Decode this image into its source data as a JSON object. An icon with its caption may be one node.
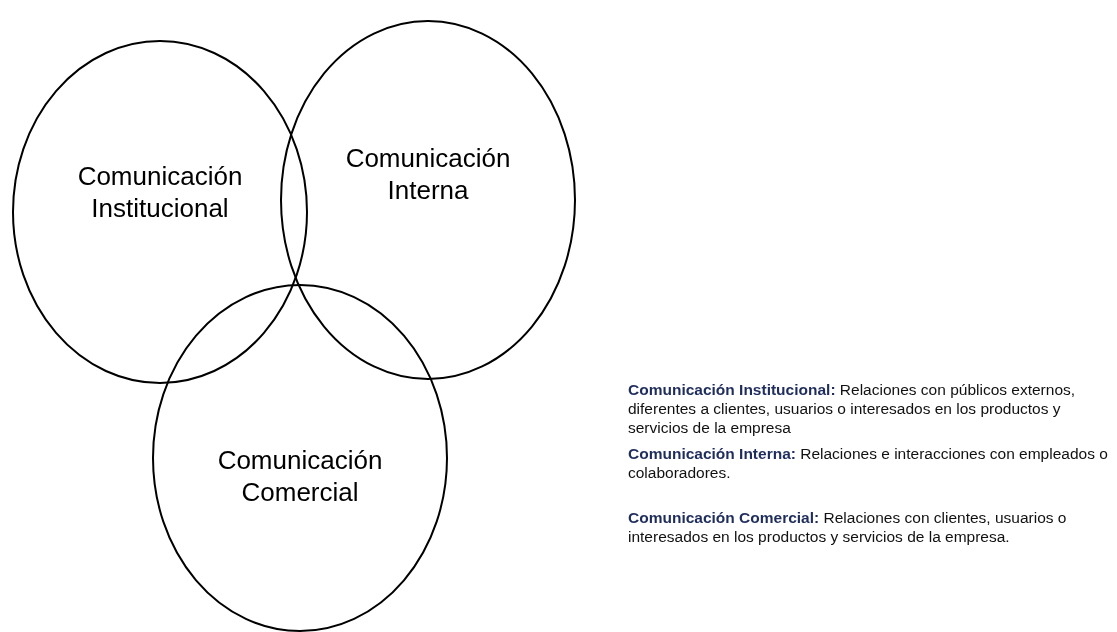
{
  "diagram": {
    "nodes": [
      {
        "text": [
          "Comunicación Institucional"
        ]
      },
      {
        "text": [
          "Comunicación Interna"
        ]
      },
      {
        "text": [
          "Comunicación Comercial"
        ]
      }
    ],
    "labels": [
      "**Comunicación Institucional:** Relaciones con públicos externos, diferentes a clientes, usuarios o interesados en los productos y servicios de la empresa",
      "**Comunicación Interna:** Relaciones e interacciones con empleados o colaboradores.",
      "**Comunicación Comercial:** Relaciones con clientes, usuarios o interesados en los productos y servicios de la empresa."
    ]
  }
}
